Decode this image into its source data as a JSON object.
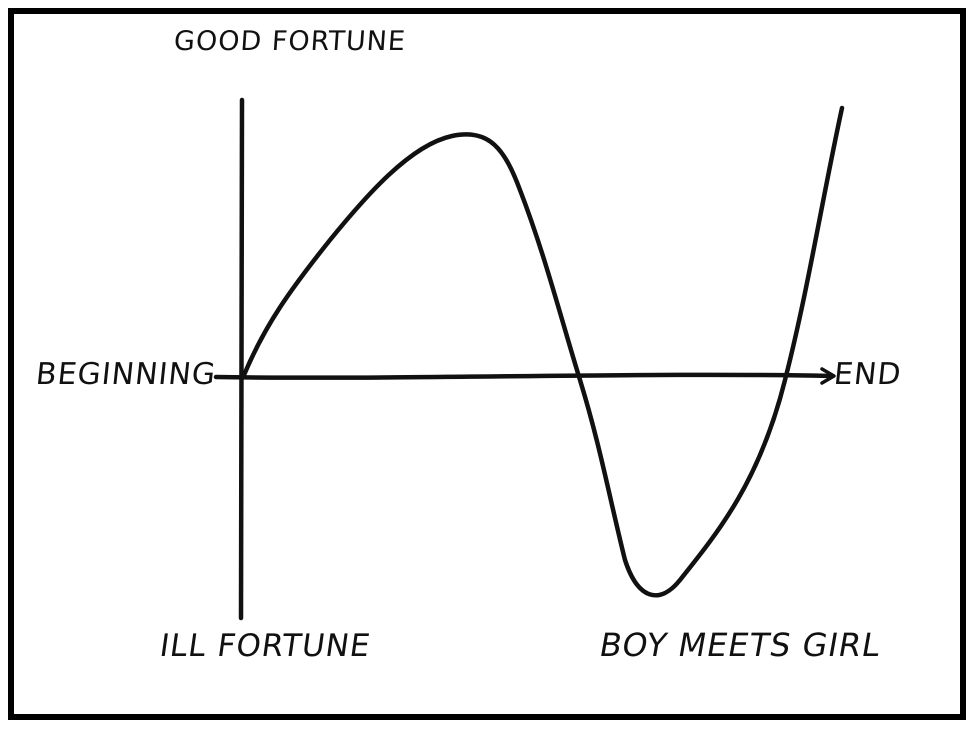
{
  "diagram": {
    "labels": {
      "good_fortune": "GOOD FORTUNE",
      "beginning": "BEGINNING",
      "end": "END",
      "ill_fortune": "ILL FORTUNE",
      "boy_meets_girl": "BOY MEETS GIRL"
    },
    "colors": {
      "ink": "#111111",
      "paper": "#ffffff",
      "frame": "#000000"
    }
  }
}
